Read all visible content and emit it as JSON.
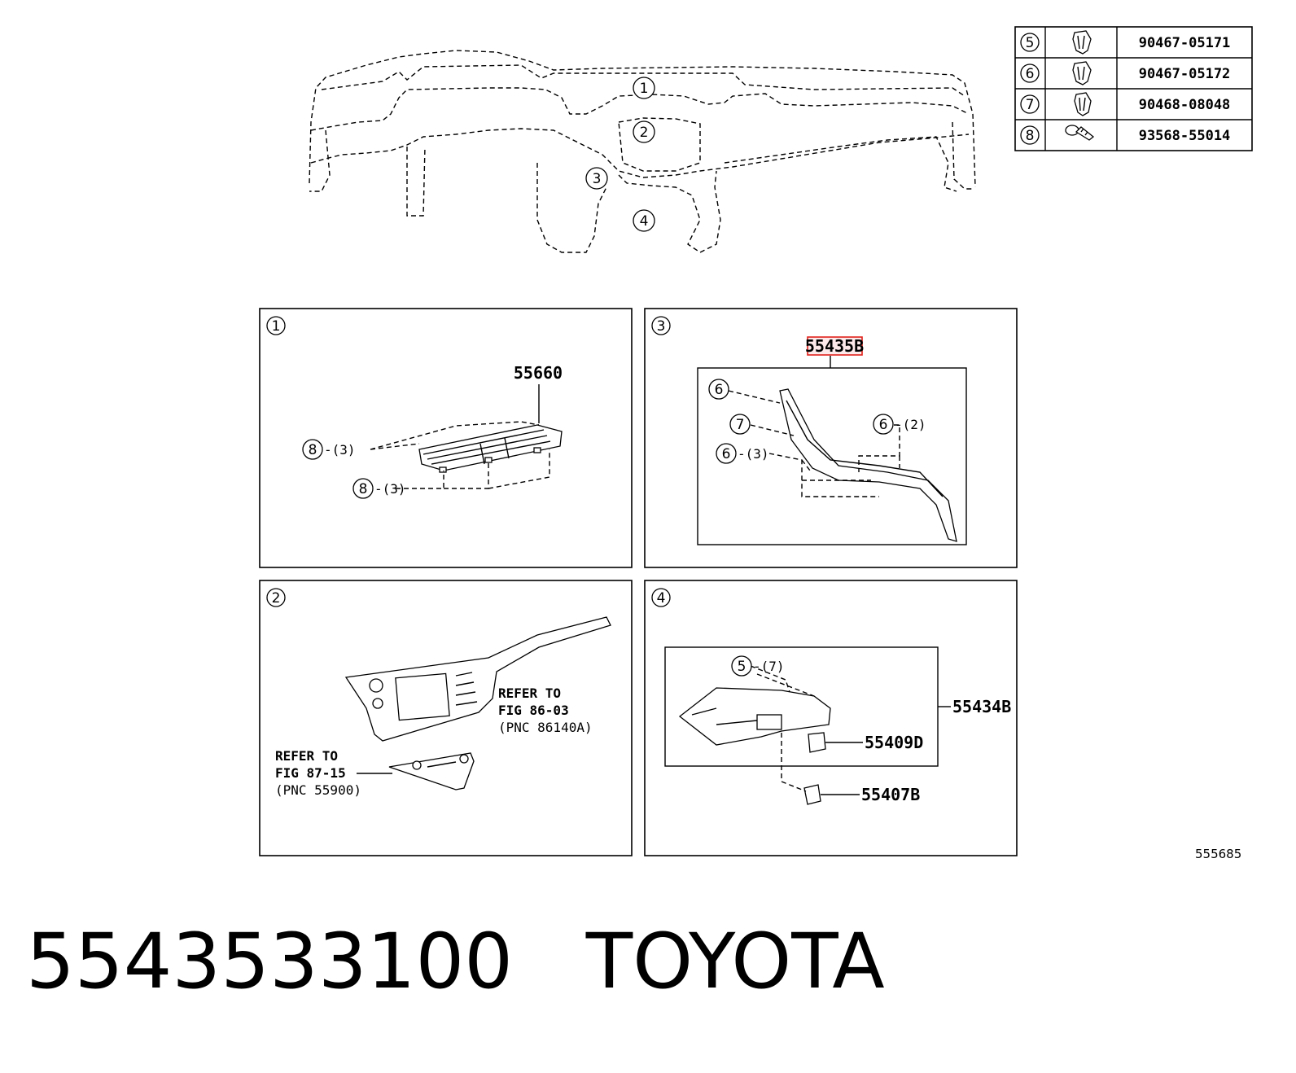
{
  "callouts": [
    "1",
    "2",
    "3",
    "4",
    "5",
    "6",
    "7",
    "8"
  ],
  "fastener_table": [
    {
      "ref": "5",
      "part_no": "90467-05171",
      "icon": "push-clip-icon"
    },
    {
      "ref": "6",
      "part_no": "90467-05172",
      "icon": "push-clip-icon"
    },
    {
      "ref": "7",
      "part_no": "90468-08048",
      "icon": "push-clip-icon"
    },
    {
      "ref": "8",
      "part_no": "93568-55014",
      "icon": "screw-icon"
    }
  ],
  "panel1": {
    "ref": "1",
    "part": "55660",
    "callout_a": "8",
    "qty_a": "-(3)",
    "callout_b": "8",
    "qty_b": "-(3)"
  },
  "panel2": {
    "ref": "2",
    "refer1": [
      "REFER TO",
      "FIG 86-03",
      "(PNC 86140A)"
    ],
    "refer2": [
      "REFER TO",
      "FIG 87-15",
      "(PNC 55900)"
    ]
  },
  "panel3": {
    "ref": "3",
    "part": "55435B",
    "c1": "6",
    "c2": "7",
    "c3": "6",
    "q3": "-(3)",
    "c4": "6",
    "q4": "-(2)"
  },
  "panel4": {
    "ref": "4",
    "c1": "5",
    "q1": "-(7)",
    "part_a": "55434B",
    "part_b": "55409D",
    "part_c": "55407B"
  },
  "figure_id": "555685",
  "caption": {
    "part_number": "5543533100",
    "brand": "TOYOTA"
  },
  "highlight_color": "#e0201b"
}
